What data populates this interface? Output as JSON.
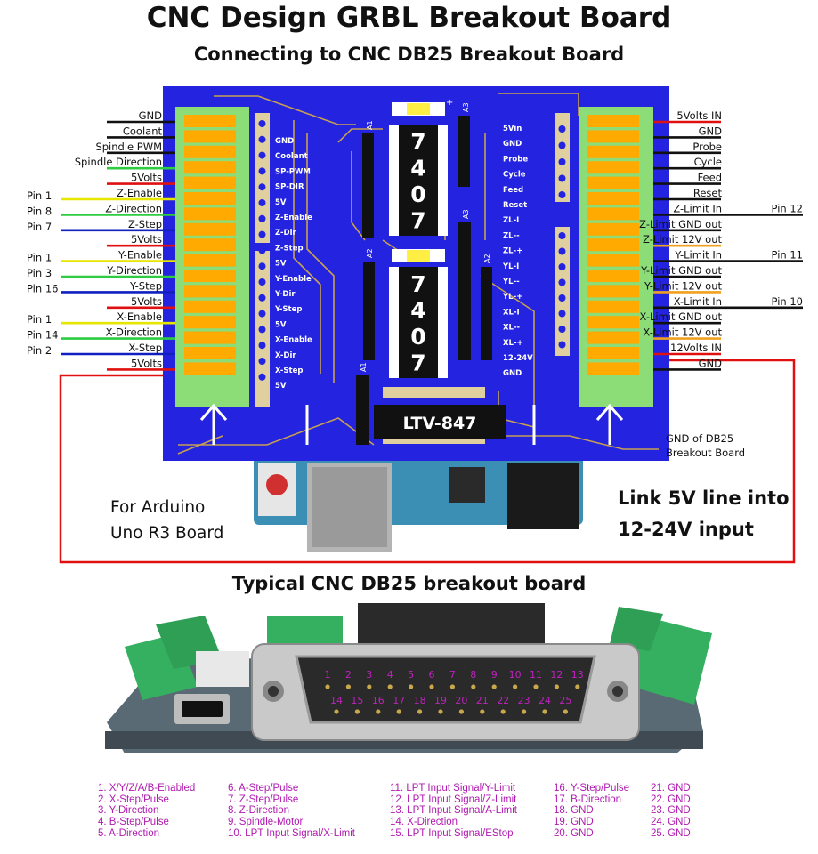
{
  "title": "CNC Design GRBL Breakout Board",
  "subtitle": "Connecting to CNC DB25 Breakout Board",
  "left_terminal": [
    {
      "label": "GND",
      "color": "#111111",
      "pin": ""
    },
    {
      "label": "Coolant",
      "color": "#111111",
      "pin": ""
    },
    {
      "label": "Spindle PWM",
      "color": "#111111",
      "pin": ""
    },
    {
      "label": "Spindle Direction",
      "color": "#2ecc40",
      "pin": ""
    },
    {
      "label": "5Volts",
      "color": "#e01010",
      "pin": ""
    },
    {
      "label": "Z-Enable",
      "color": "#e6e600",
      "pin": "Pin 1"
    },
    {
      "label": "Z-Direction",
      "color": "#2ecc40",
      "pin": "Pin 8"
    },
    {
      "label": "Z-Step",
      "color": "#1020c0",
      "pin": "Pin 7"
    },
    {
      "label": "5Volts",
      "color": "#e01010",
      "pin": ""
    },
    {
      "label": "Y-Enable",
      "color": "#e6e600",
      "pin": "Pin 1"
    },
    {
      "label": "Y-Direction",
      "color": "#2ecc40",
      "pin": "Pin 3"
    },
    {
      "label": "Y-Step",
      "color": "#1020c0",
      "pin": "Pin 16"
    },
    {
      "label": "5Volts",
      "color": "#e01010",
      "pin": ""
    },
    {
      "label": "X-Enable",
      "color": "#e6e600",
      "pin": "Pin 1"
    },
    {
      "label": "X-Direction",
      "color": "#2ecc40",
      "pin": "Pin 14"
    },
    {
      "label": "X-Step",
      "color": "#1020c0",
      "pin": "Pin 2"
    },
    {
      "label": "5Volts",
      "color": "#e01010",
      "pin": ""
    }
  ],
  "right_terminal": [
    {
      "label": "5Volts IN",
      "color": "#e01010",
      "pin": ""
    },
    {
      "label": "GND",
      "color": "#111111",
      "pin": ""
    },
    {
      "label": "Probe",
      "color": "#111111",
      "pin": ""
    },
    {
      "label": "Cycle",
      "color": "#111111",
      "pin": ""
    },
    {
      "label": "Feed",
      "color": "#111111",
      "pin": ""
    },
    {
      "label": "Reset",
      "color": "#111111",
      "pin": ""
    },
    {
      "label": "Z-Limit In",
      "color": "#111111",
      "pin": "Pin 12"
    },
    {
      "label": "Z-Limit GND out",
      "color": "#111111",
      "pin": ""
    },
    {
      "label": "Z-Limit 12V out",
      "color": "#f0a020",
      "pin": ""
    },
    {
      "label": "Y-Limit In",
      "color": "#111111",
      "pin": "Pin 11"
    },
    {
      "label": "Y-Limit GND out",
      "color": "#111111",
      "pin": ""
    },
    {
      "label": "Y-Limit 12V out",
      "color": "#f0a020",
      "pin": ""
    },
    {
      "label": "X-Limit In",
      "color": "#111111",
      "pin": "Pin 10"
    },
    {
      "label": "X-Limit GND out",
      "color": "#111111",
      "pin": ""
    },
    {
      "label": "X-Limit 12V out",
      "color": "#f0a020",
      "pin": ""
    },
    {
      "label": "12Volts IN",
      "color": "#e01010",
      "pin": ""
    },
    {
      "label": "GND",
      "color": "#111111",
      "pin": ""
    }
  ],
  "silk_left": [
    "GND",
    "Coolant",
    "SP-PWM",
    "SP-DIR",
    "5V",
    "Z-Enable",
    "Z-Dir",
    "Z-Step",
    "5V",
    "Y-Enable",
    "Y-Dir",
    "Y-Step",
    "5V",
    "X-Enable",
    "X-Dir",
    "X-Step",
    "5V"
  ],
  "silk_right": [
    "5Vin",
    "GND",
    "Probe",
    "Cycle",
    "Feed",
    "Reset",
    "ZL-I",
    "ZL--",
    "ZL-+",
    "YL-I",
    "YL--",
    "YL-+",
    "XL-I",
    "XL--",
    "XL-+",
    "12-24V",
    "GND"
  ],
  "chip_top": [
    "7",
    "4",
    "0",
    "7"
  ],
  "chip_bottom": [
    "7",
    "4",
    "0",
    "7"
  ],
  "chip_labels": {
    "a3_top": "A3",
    "a1_top": "A1",
    "a3_mid": "A3",
    "a2_left": "A2",
    "a2_right": "A2",
    "a1_bottom": "A1",
    "plus": "+"
  },
  "optocoupler": "LTV-847",
  "arduino_note": [
    "For Arduino",
    "Uno R3 Board"
  ],
  "link_note": [
    "Link 5V line into",
    "12-24V input"
  ],
  "gnd_db25_note": [
    "GND of DB25",
    "Breakout Board"
  ],
  "db25_title": "Typical CNC DB25 breakout board",
  "db25_top_pins": [
    "1",
    "2",
    "3",
    "4",
    "5",
    "6",
    "7",
    "8",
    "9",
    "10",
    "11",
    "12",
    "13"
  ],
  "db25_bottom_pins": [
    "14",
    "15",
    "16",
    "17",
    "18",
    "19",
    "20",
    "21",
    "22",
    "23",
    "24",
    "25"
  ],
  "pin_legend": [
    [
      "1. X/Y/Z/A/B-Enabled",
      "2. X-Step/Pulse",
      "3. Y-Direction",
      "4. B-Step/Pulse",
      "5. A-Direction"
    ],
    [
      "6. A-Step/Pulse",
      "7. Z-Step/Pulse",
      "8. Z-Direction",
      "9. Spindle-Motor",
      "10. LPT Input Signal/X-Limit"
    ],
    [
      "11. LPT Input Signal/Y-Limit",
      "12. LPT Input Signal/Z-Limit",
      "13. LPT Input Signal/A-Limit",
      "14. X-Direction",
      "15. LPT Input Signal/EStop"
    ],
    [
      "16. Y-Step/Pulse",
      "17. B-Direction",
      "18. GND",
      "19. GND",
      "20. GND"
    ],
    [
      "21. GND",
      "22. GND",
      "23. GND",
      "24. GND",
      "25. GND"
    ]
  ],
  "colors": {
    "pcb": "#2323e0",
    "trace": "#c8a050",
    "terminal": "#8cdc78",
    "pad": "#ffaa00",
    "link_wire": "#e01010",
    "legend": "#b01ab0"
  }
}
